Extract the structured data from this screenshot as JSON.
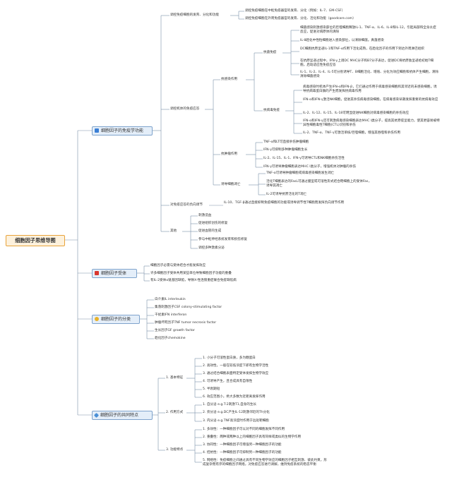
{
  "root": "细胞因子思维导图",
  "branches": [
    {
      "label": "细胞因子的免疫学功能",
      "icon": "grid-icon",
      "icon_color": "#3a7fd5"
    },
    {
      "label": "细胞因子受体",
      "icon": "flag-icon",
      "icon_color": "#d9372f"
    },
    {
      "label": "细胞因子的分类",
      "icon": "star-icon",
      "icon_color": "#e8b22a"
    },
    {
      "label": "细胞因子的共同特点",
      "icon": "pencil-icon",
      "icon_color": "#4a8fd6"
    }
  ],
  "func": {
    "regulate": "调控免疫细胞的发育、分化和功能",
    "regulate_items": [
      "调控免疫细胞在中枢免疫器官的发育、分化（例如：IL-7、GM-CSF）",
      "调控免疫细胞在外周免疫器官的发育、分化、活化和功能（goodcare.com）"
    ],
    "antiinfect": "调控机体的免疫应答",
    "anti_bacteria": "抗感染作用",
    "anti_bacteria_sub": "抗菌免疫",
    "anti_bacteria_items": [
      "细菌感染刺激感染部位的巨噬细胞释放IL-1、TNF-α、IL-6、IL-8和IL-12，引起局部和全身炎症反应，促进对病原体的清除",
      "IL-8趋化中性粒细胞进入感染部位，以清除细菌。真菌感染",
      "DC细胞抗原呈递IL-1和TNF-α作用下活化成熟，在趋化因子的作用下到达外周淋巴组织",
      "在抗原呈递过程中，IFN-γ上调DC MHC分子和B7分子表达，促进DC将抗原肽呈递给初始T细胞，启动适应性免疫应答",
      "IL-1、IL-2、IL-4、IL-5可分别诱导T、B细胞活化、增殖、分化为效应细胞和抗体产生细胞，清除清除细菌感染"
    ],
    "anti_virus_sub": "抗病毒免疫",
    "anti_virus_items": [
      "病毒感染时机体产生IFN-α和IFN-β，它们通过作用于病毒感染细胞和其邻近的未感染细胞，诱导抗病毒蛋白酶的产生而发挥抗病毒作用",
      "IFN-α和IFN-γ激活NK细胞，促进其杀伤病毒感染细胞，在病毒感染早期发挥重要的抗病毒效应",
      "IL-2、IL-12、IL-15、IL-18可明显促进NK细胞对病毒感染细胞的杀伤效应",
      "IFN-α和IFN-γ还可刺激病毒感染细胞表达MHC I类分子，提高其抗原提呈能力，使其更容易被特异性细胞毒性T细胞(CTL)识别和杀伤",
      "IL-2、TNF-α、TNF-γ可激活单核/巨噬细胞，增强其吞噬和杀伤作用"
    ],
    "anti_tumor": "抗肿瘤作用",
    "anti_tumor_items": [
      "TNF-α和LT可直接杀伤肿瘤细胞",
      "IFN-γ可抑制多种肿瘤细胞生长",
      "IL-2、IL-15、IL-1、IFN-γ可诱导CTL和NK细胞杀伤活性",
      "IFN-γ可诱导肿瘤细胞表达MHC I类分子，增强机体对肿瘤的杀伤"
    ],
    "apoptosis": "诱导细胞凋亡",
    "apoptosis_items": [
      "TNF-α可诱导肿瘤细胞或病毒感染细胞发生凋亡",
      "活化T细胞表达的FasL可通过膜型或可溶性形式结合靶细胞上的受体Fas，诱导其凋亡",
      "IL-2可诱导抗原活化的T凋亡"
    ],
    "adjust": "对免疫应答的负向调节",
    "adjust_text": "IL-10、TGF-β通过直接抑制免疫细胞的功能或诱导调节性T细胞而发挥负向调节作用",
    "other": "其他",
    "other_items": [
      "刺激造血",
      "促进组织创伤的修复",
      "促进血管的生成",
      "参与中枢神经系统发育和损伤修复",
      "调控多种激素分泌"
    ]
  },
  "receptor_items": [
    "细胞因子必需与受体结合才能发挥效应",
    "许多细胞因子受体共用某些单位导致细胞因子功能的重叠",
    "有IL-2受体α链基因缺陷，导致X-性连锁重症联合免疫缺陷病"
  ],
  "class_items": [
    "白介素IL interleukin",
    "集落刺激因子CSF colony-stimulating factor",
    "干扰素IFN interferon",
    "肿瘤坏死因子TNF tumor necrosis factor",
    "生长因子GF growth factor",
    "趋化因子chemokine"
  ],
  "common": {
    "basic": "1. 基本特征",
    "basic_items": [
      "1. 小分子可溶性蛋白质，多为糖蛋白",
      "2. 高效性，一般在较低浓度下即有生物学活性",
      "3. 通过结合细胞表面特定受体发挥生物学效应",
      "4. 可诱导产生，且合成具有自限性",
      "5. 半衰期短",
      "6. 效应范围小，绝大多数为近距离发挥作用"
    ],
    "mode": "2. 作用方式",
    "mode_items": [
      "1. 自分泌 e.g.T-2刺激T1,自身的生长",
      "2. 旁分泌 e.g.DC产生IL-12刺激邻近的Th分化",
      "3. 内分泌 e.g.TNF高浓度时作用于远处靶细胞"
    ],
    "feature": "3. 功能特点",
    "feature_items": [
      "1. 多效性：一种细胞因子可以对不同的细胞发挥不同作用",
      "2. 重叠性：两种或两种以上的细胞因子具有同样或类似的生物学作用",
      "3. 协同性：一种细胞因子可增强另一种细胞因子的功能",
      "4. 拮抗性：一种细胞因子可抑制另一种细胞因子的功能",
      "5. 网络性：免疫细胞之间通过具有不同生物学效应的细胞因子相互刺激、彼此约束，形成复杂而有序的细胞因子网络，对免疫应答进行调解，维持免疫系统的稳态平衡"
    ]
  }
}
